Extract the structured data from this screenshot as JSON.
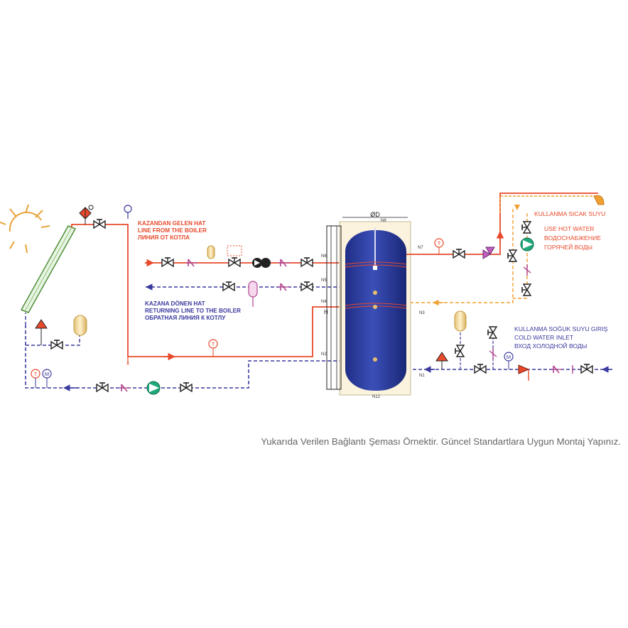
{
  "labels": {
    "boiler_supply": [
      "KAZANDAN GELEN HAT",
      "LINE FROM THE BOILER",
      "ЛИНИЯ ОТ КОТЛА"
    ],
    "boiler_return": [
      "KAZANA DÖNEN HAT",
      "RETURNING LINE TO THE BOILER",
      "ОБРАТНАЯ ЛИНИЯ К КОТЛУ"
    ],
    "hot_water": [
      "KULLANMA SICAK SUYU",
      "USE HOT WATER",
      "ВОДОСНАБЖЕНИЕ",
      "ГОРЯЧЕЙ ВОДЫ"
    ],
    "cold_water": [
      "KULLANMA SOĞUK SUYU GIRIŞ",
      "COLD WATER INLET",
      "ВХОД ХОЛОДНОЙ ВОДЫ"
    ]
  },
  "tank": {
    "diameter_label": "ØD",
    "ports": {
      "n1": "N1",
      "n2": "N2",
      "n3": "N3",
      "n4": "N4",
      "n5": "N5",
      "n6": "N6",
      "n7": "N7",
      "n8": "N8",
      "n12": "N12"
    }
  },
  "gauges": {
    "thermometer": "T",
    "manometer": "M"
  },
  "caption": "Yukarıda Verilen Bağlantı Şeması Örnektir. Güncel Standartlara Uygun Montaj Yapınız.",
  "colors": {
    "boiler_supply": "#e8492b",
    "boiler_return": "#3b3a9e",
    "hot_water": "#f0a030",
    "cold_water": "#3b3a9e",
    "tank": "#2e3f9e",
    "pump": "#1fa87a"
  }
}
